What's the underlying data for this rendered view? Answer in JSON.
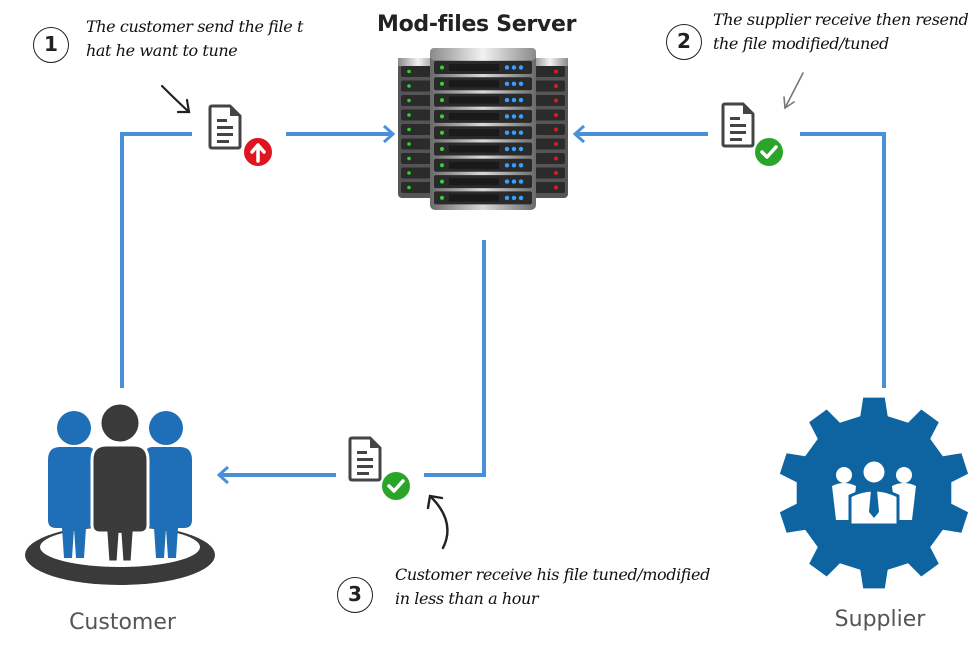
{
  "title": "Mod-files Server",
  "colors": {
    "connector": "#4a90d9",
    "doc_icon": "#444444",
    "upload_badge": "#e0141e",
    "check_badge": "#2aa52a",
    "customer_blue": "#1e6fb8",
    "customer_dark": "#3a3a3a",
    "supplier_gear": "#0e64a0"
  },
  "steps": [
    {
      "number": "1",
      "lines": [
        "The customer send the file t",
        "hat he want to tune"
      ]
    },
    {
      "number": "2",
      "lines": [
        "The supplier receive then resend",
        "the file modified/tuned"
      ]
    },
    {
      "number": "3",
      "lines": [
        "Customer receive his file tuned/modified",
        "in less than a hour"
      ]
    }
  ],
  "nodes": {
    "customer": {
      "label": "Customer",
      "icon": "people-group-icon"
    },
    "supplier": {
      "label": "Supplier",
      "icon": "gear-business-icon"
    },
    "server": {
      "icon": "server-rack-icon"
    }
  },
  "documents": [
    {
      "id": "upload",
      "icon": "document-icon",
      "badge": "upload-arrow-icon"
    },
    {
      "id": "supplier-return",
      "icon": "document-icon",
      "badge": "checkmark-icon"
    },
    {
      "id": "customer-return",
      "icon": "document-icon",
      "badge": "checkmark-icon"
    }
  ]
}
